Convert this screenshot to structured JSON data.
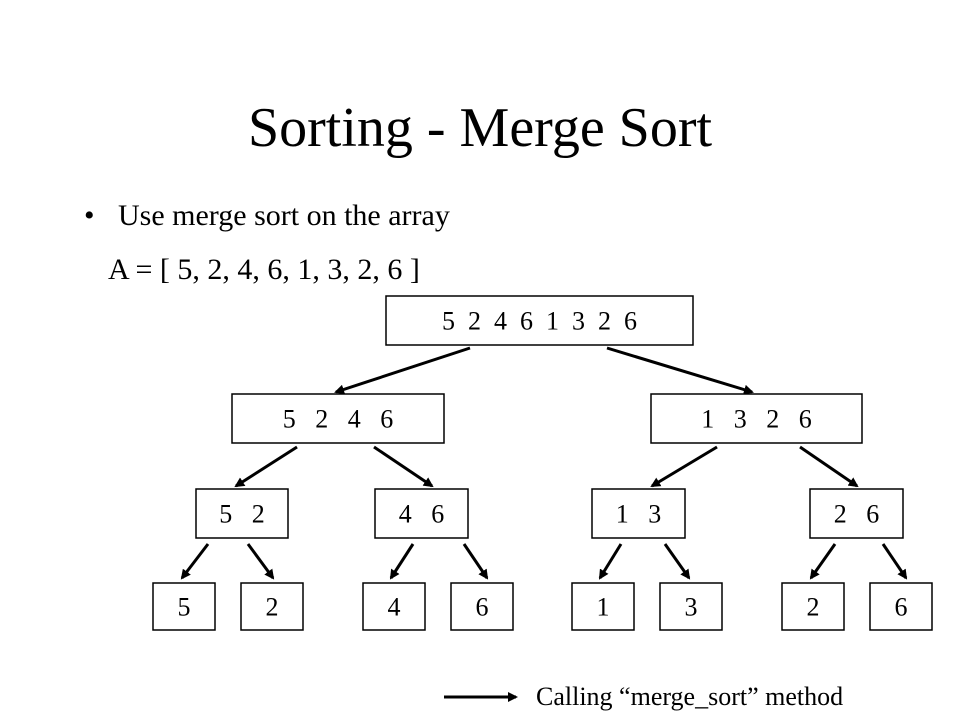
{
  "slide": {
    "title": "Sorting - Merge Sort",
    "bullet": "Use merge sort on the array",
    "bullet_symbol": "•",
    "array_line": "A = [ 5, 2, 4, 6, 1, 3, 2, 6 ]"
  },
  "tree": {
    "nodes": [
      {
        "id": "n0",
        "label": "5  2  4  6  1  3  2  6"
      },
      {
        "id": "n1",
        "label": "5   2   4   6"
      },
      {
        "id": "n2",
        "label": "1   3   2   6"
      },
      {
        "id": "n3",
        "label": "5   2"
      },
      {
        "id": "n4",
        "label": "4   6"
      },
      {
        "id": "n5",
        "label": "1   3"
      },
      {
        "id": "n6",
        "label": "2   6"
      },
      {
        "id": "n7",
        "label": "5"
      },
      {
        "id": "n8",
        "label": "2"
      },
      {
        "id": "n9",
        "label": "4"
      },
      {
        "id": "n10",
        "label": "6"
      },
      {
        "id": "n11",
        "label": "1"
      },
      {
        "id": "n12",
        "label": "3"
      },
      {
        "id": "n13",
        "label": "2"
      },
      {
        "id": "n14",
        "label": "6"
      }
    ],
    "edges": [
      [
        "n0",
        "n1"
      ],
      [
        "n0",
        "n2"
      ],
      [
        "n1",
        "n3"
      ],
      [
        "n1",
        "n4"
      ],
      [
        "n2",
        "n5"
      ],
      [
        "n2",
        "n6"
      ],
      [
        "n3",
        "n7"
      ],
      [
        "n3",
        "n8"
      ],
      [
        "n4",
        "n9"
      ],
      [
        "n4",
        "n10"
      ],
      [
        "n5",
        "n11"
      ],
      [
        "n5",
        "n12"
      ],
      [
        "n6",
        "n13"
      ],
      [
        "n6",
        "n14"
      ]
    ]
  },
  "legend": {
    "label": "Calling “merge_sort” method"
  }
}
